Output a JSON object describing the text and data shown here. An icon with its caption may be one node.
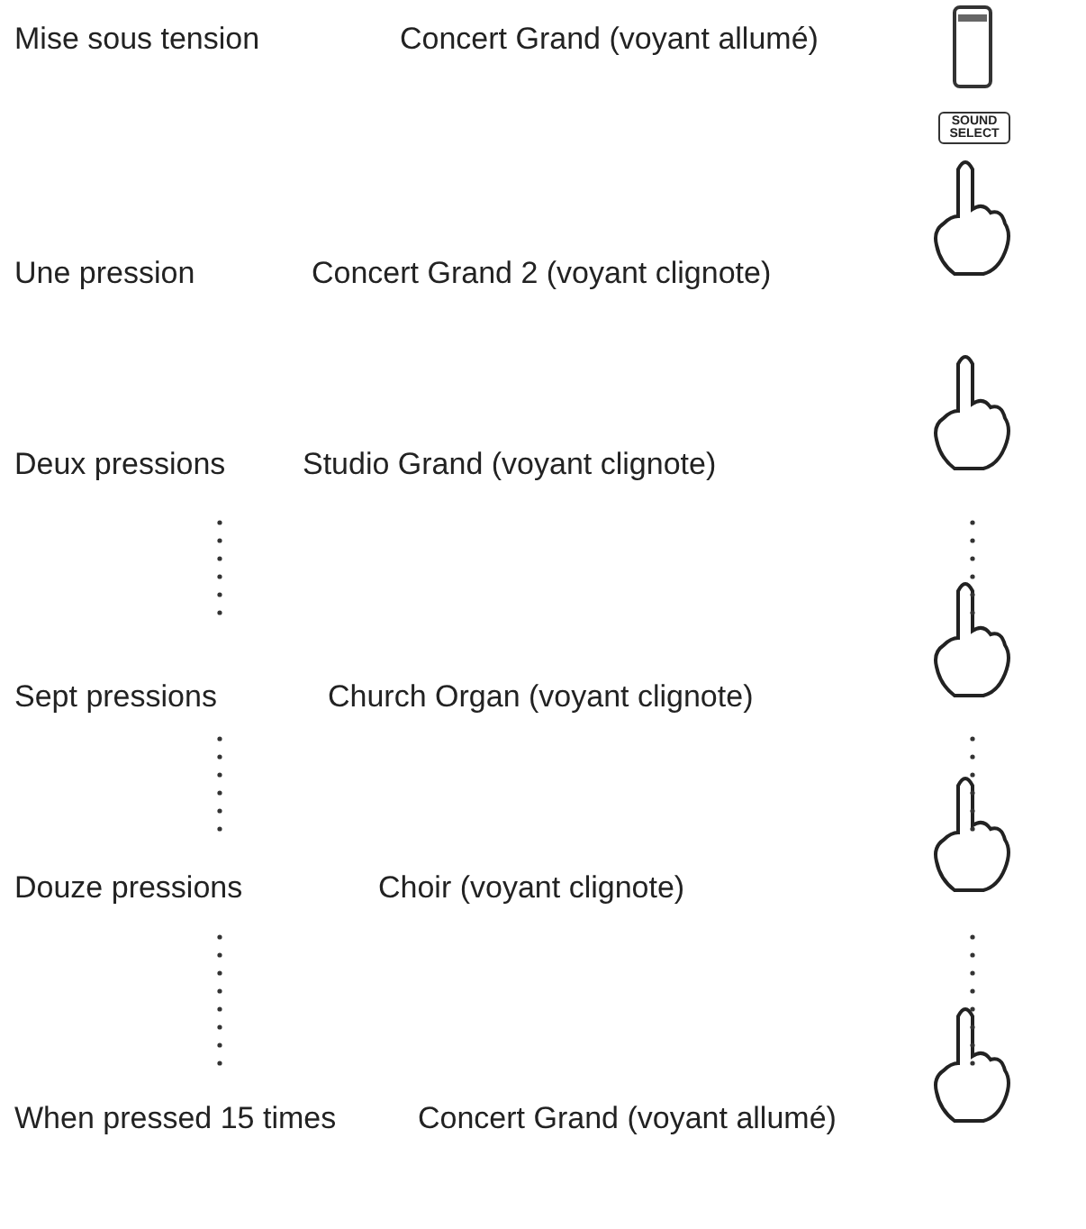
{
  "diagram": {
    "labels": [
      "Mise sous tension",
      "Concert Grand (voyant allumé)",
      "SOUND SELECT",
      "Une pression",
      "Concert Grand 2 (voyant clignote)",
      "Deux pressions",
      "Studio Grand (voyant clignote)",
      "Sept pressions",
      "Church Organ (voyant clignote)",
      "Douze pressions",
      "Choir (voyant clignote)",
      "When pressed 15 times",
      "Concert Grand (voyant allumé)"
    ]
  }
}
